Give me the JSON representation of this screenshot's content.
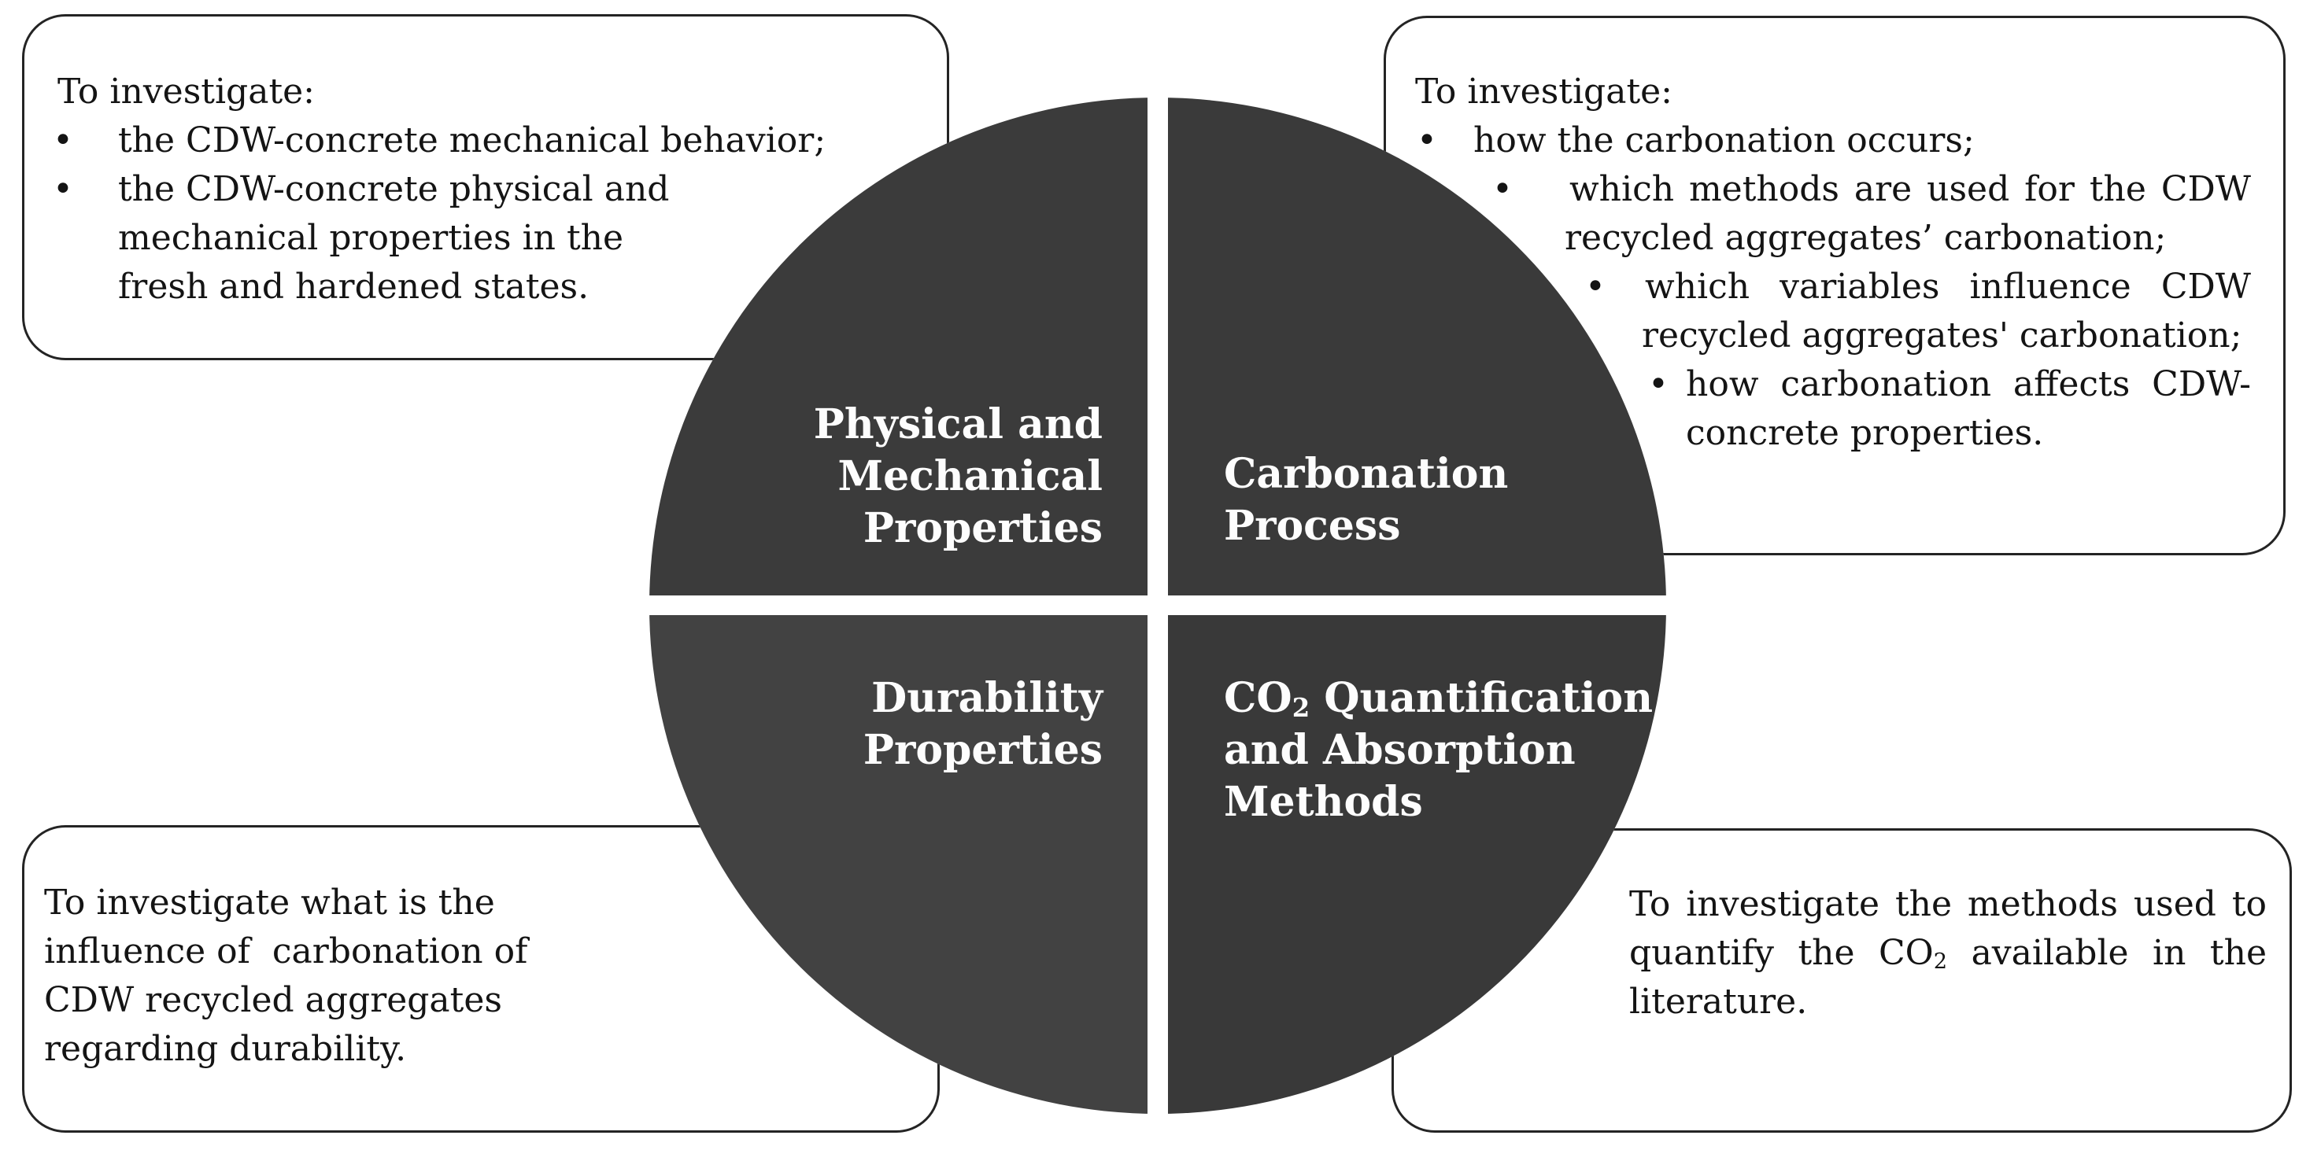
{
  "colors": {
    "background": "#ffffff",
    "box_border": "#242424",
    "body_text": "#141414",
    "label_text": "#fdfdfd",
    "quadrant_top_left": "#3b3b3b",
    "quadrant_top_right": "#3a3a3a",
    "quadrant_bottom_left": "#424242",
    "quadrant_bottom_right": "#393939"
  },
  "quadrant_labels": {
    "physical": {
      "lines": [
        "Physical and",
        "Mechanical",
        "Properties"
      ]
    },
    "carbonation": {
      "lines": [
        "Carbonation",
        "Process"
      ]
    },
    "durability": {
      "lines": [
        "Durability",
        "Properties"
      ]
    },
    "co2": {
      "lines": [
        "CO~2~ Quantification",
        "and Absorption",
        "Methods"
      ]
    }
  },
  "panels": {
    "top_left": {
      "lines": [
        {
          "text": "To investigate:",
          "indent": 9
        },
        {
          "text": "the CDW-concrete mechanical behavior;",
          "indent": 86,
          "bullet": 3
        },
        {
          "text": "the CDW-concrete physical and",
          "indent": 86,
          "bullet": 3
        },
        {
          "text": "mechanical properties in the",
          "indent": 86
        },
        {
          "text": "fresh and hardened states.",
          "indent": 86
        }
      ]
    },
    "top_right": {
      "lines": [
        {
          "text": "To investigate:",
          "indent": 0
        },
        {
          "text": "how the carbonation occurs;",
          "indent": 74,
          "bullet": 2
        },
        {
          "text": "which methods are used for the CDW",
          "indent": 196,
          "bullet": 98,
          "justify": true
        },
        {
          "text": "recycled aggregates’ carbonation;",
          "indent": 190
        },
        {
          "text": "which variables influence CDW",
          "indent": 292,
          "bullet": 216,
          "justify": true
        },
        {
          "text": "recycled aggregates' carbonation;",
          "indent": 288
        },
        {
          "text": "how carbonation affects CDW-",
          "indent": 344,
          "bullet": 296,
          "justify": true
        },
        {
          "text": "concrete properties.",
          "indent": 344
        }
      ]
    },
    "bottom_left": {
      "lines": [
        {
          "text": "To investigate what is the",
          "indent": 0
        },
        {
          "text": "influence of  carbonation of",
          "indent": 0
        },
        {
          "text": "CDW recycled aggregates",
          "indent": 0
        },
        {
          "text": "regarding durability.",
          "indent": 0
        }
      ]
    },
    "bottom_right": {
      "lines": [
        {
          "text": "To investigate the methods used to",
          "indent": 0,
          "justify": true
        },
        {
          "text": "quantify the CO~2~ available in the",
          "indent": 0,
          "justify": true
        },
        {
          "text": "literature.",
          "indent": 0
        }
      ]
    }
  },
  "bullet_glyph": "•"
}
